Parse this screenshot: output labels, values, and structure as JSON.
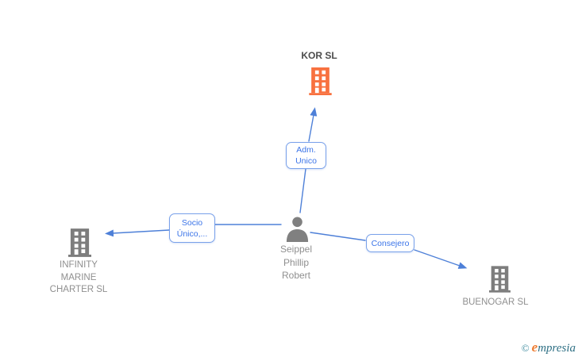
{
  "colors": {
    "highlight_company_orange": "#F8713F",
    "company_gray": "#7D7D7D",
    "person_gray": "#808080",
    "edge_blue": "#4E80D8",
    "edge_label_text_blue": "#3B74E8",
    "edge_label_border_blue": "#79A1EA",
    "label_gray": "#8F8F8F",
    "highlight_label_dark": "#4C4C4C",
    "brand_teal": "#2F7085",
    "brand_orange": "#EE7B30"
  },
  "nodes": {
    "kor": {
      "label": "KOR SL",
      "icon": "building-icon"
    },
    "person": {
      "line1": "Seippel",
      "line2": "Phillip",
      "line3": "Robert",
      "icon": "person-icon"
    },
    "infinity": {
      "line1": "INFINITY",
      "line2": "MARINE",
      "line3": "CHARTER SL",
      "icon": "building-icon"
    },
    "buenogar": {
      "label": "BUENOGAR SL",
      "icon": "building-icon"
    }
  },
  "edges": {
    "adm_unico": {
      "line1": "Adm.",
      "line2": "Unico"
    },
    "socio_unico": {
      "line1": "Socio",
      "line2": "Único,..."
    },
    "consejero": {
      "label": "Consejero"
    }
  },
  "footer": {
    "copyright": "©",
    "brand_first_letter": "e",
    "brand_rest": "mpresia"
  }
}
